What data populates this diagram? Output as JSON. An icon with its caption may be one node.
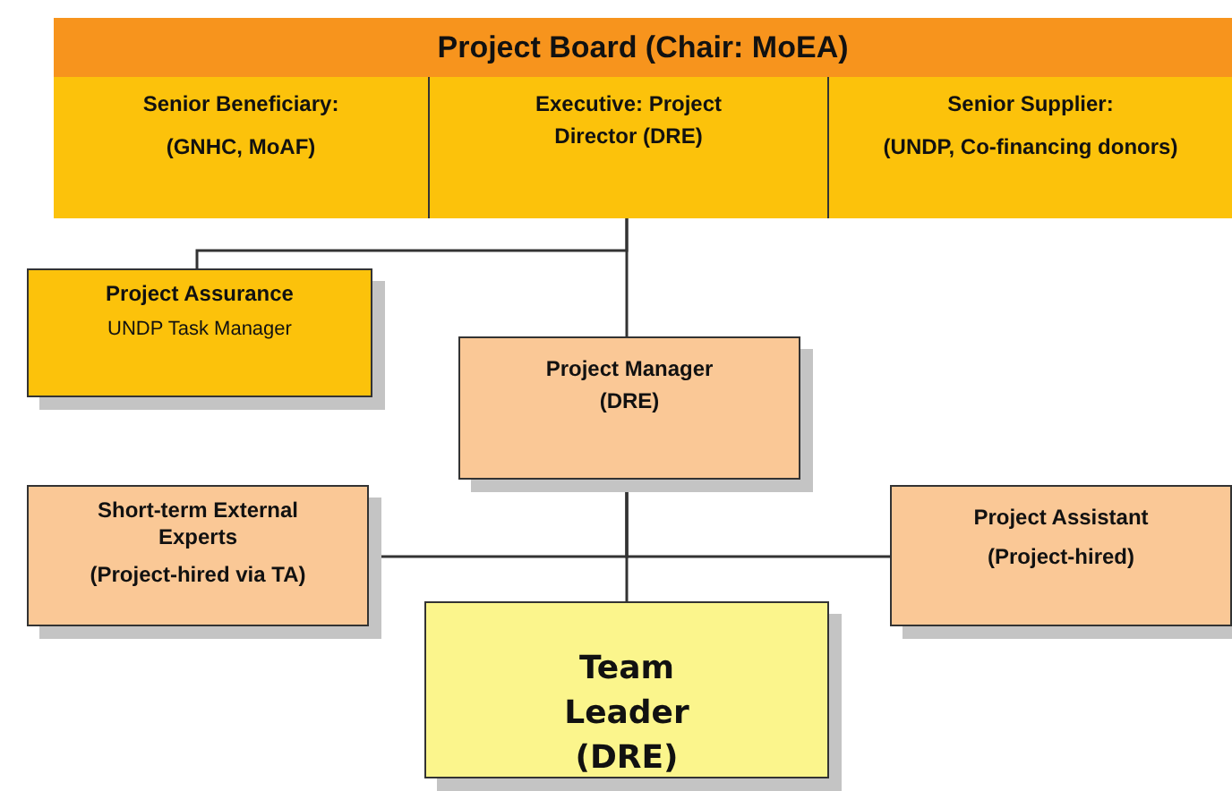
{
  "diagram": {
    "nodes": [
      {
        "text": [
          "Project Board (Chair: MoEA)"
        ]
      },
      {
        "text": [
          "Senior Beneficiary:",
          "(GNHC, MoAF)"
        ],
        "in": 0
      },
      {
        "text": [
          "Executive: Project Director (DRE)"
        ],
        "in": 0
      },
      {
        "text": [
          "Senior Supplier:",
          "(UNDP, Co-financing donors)"
        ],
        "in": 0
      },
      {
        "text": [
          "Project Assurance",
          "UNDP Task Manager"
        ]
      },
      {
        "text": [
          "Project Manager (DRE)"
        ]
      },
      {
        "text": [
          "Short-term External Experts",
          "(Project-hired via TA)"
        ]
      },
      {
        "text": [
          "Project Assistant",
          "(Project-hired)"
        ]
      },
      {
        "text": [
          "Team Leader (DRE)"
        ]
      }
    ],
    "edges": [
      {
        "from": 2,
        "to": 4,
        "arrow": "none"
      },
      {
        "from": 2,
        "to": 5,
        "arrow": "none"
      },
      {
        "from": 5,
        "to": 6,
        "arrow": "none"
      },
      {
        "from": 5,
        "to": 7,
        "arrow": "none"
      },
      {
        "from": 5,
        "to": 8,
        "arrow": "none"
      }
    ]
  }
}
